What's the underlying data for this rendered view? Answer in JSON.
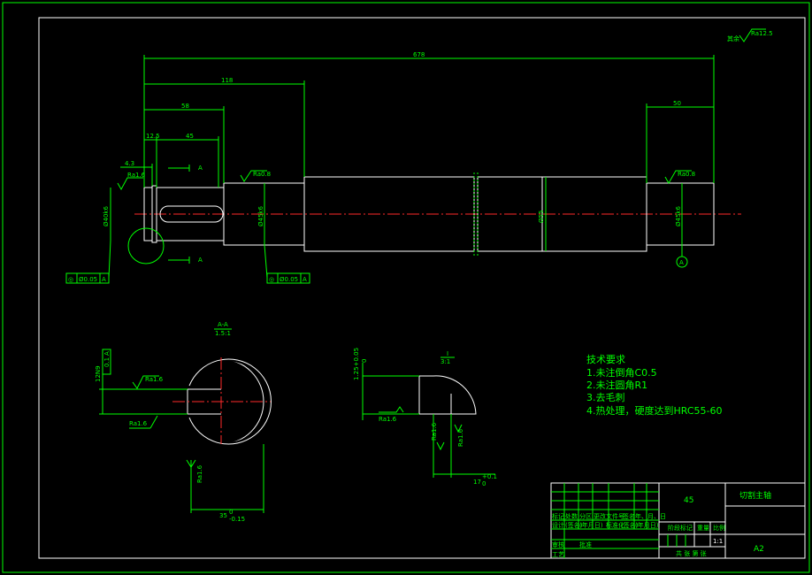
{
  "drawing": {
    "roughness_overall": "Ra12.5",
    "dims": {
      "total_length": "678",
      "d118": "118",
      "d58": "58",
      "d12": "12.5",
      "d45": "45",
      "d50": "50",
      "d43": "4.3",
      "dia_left_end": "Ø40k6",
      "dia_journal_left": "Ø45k6",
      "dia_middle": "Ø55",
      "dia_journal_right": "Ø45k6"
    },
    "roughness": {
      "r1": "Ra1.6",
      "r2": "Ra0.8",
      "r3": "Ra0.8"
    },
    "section_marks": {
      "a_top": "A",
      "a_bottom": "A",
      "datum": "A"
    },
    "tolerance_frames": {
      "left": {
        "symbol": "◎",
        "value": "Ø0.05",
        "datum": "A"
      },
      "middle": {
        "symbol": "◎",
        "value": "Ø0.05",
        "datum": "A"
      }
    },
    "section_view": {
      "title": "A-A",
      "scale": "1.5:1",
      "roughness_a": "Ra1.6",
      "roughness_b": "Ra1.6",
      "roughness_c": "Ra1.6",
      "width_dim": "12N9",
      "sym_tol": "0.1",
      "sym_datum": "A",
      "depth_dim": "35",
      "depth_tol_upper": "0",
      "depth_tol_lower": "-0.15"
    },
    "detail_view": {
      "title": "I",
      "scale": "3:1",
      "dim_v": "1.25+0.05",
      "dim_v_lower": "0",
      "roughness_a": "Ra1.6",
      "roughness_b": "Ra1.6",
      "roughness_c": "Ra1.6",
      "dim_h": "17",
      "dim_h_upper": "+0.1",
      "dim_h_lower": "0"
    }
  },
  "notes": {
    "heading": "技术要求",
    "items": [
      "1.未注倒角C0.5",
      "2.未注圆角R1",
      "3.去毛刺",
      "4.热处理，硬度达到HRC55-60"
    ]
  },
  "title_block": {
    "material": "45",
    "part_name": "切割主轴",
    "sheet": "A2",
    "scale": "1:1",
    "labels": {
      "mark": "标记",
      "count": "处数",
      "zone": "分区",
      "change_doc": "更改文件号",
      "signature": "签名",
      "date": "年、月、日",
      "design": "设计",
      "sign_date1": "(签名)",
      "ymd1": "(年月日)",
      "standardize": "标准化",
      "sign_date2": "(签名)",
      "ymd2": "(年月日)",
      "stage_mark": "阶段标记",
      "weight": "重量",
      "ratio": "比例",
      "review": "审核",
      "process": "工艺",
      "approve": "批准",
      "sheets": "共  张  第  张"
    }
  }
}
